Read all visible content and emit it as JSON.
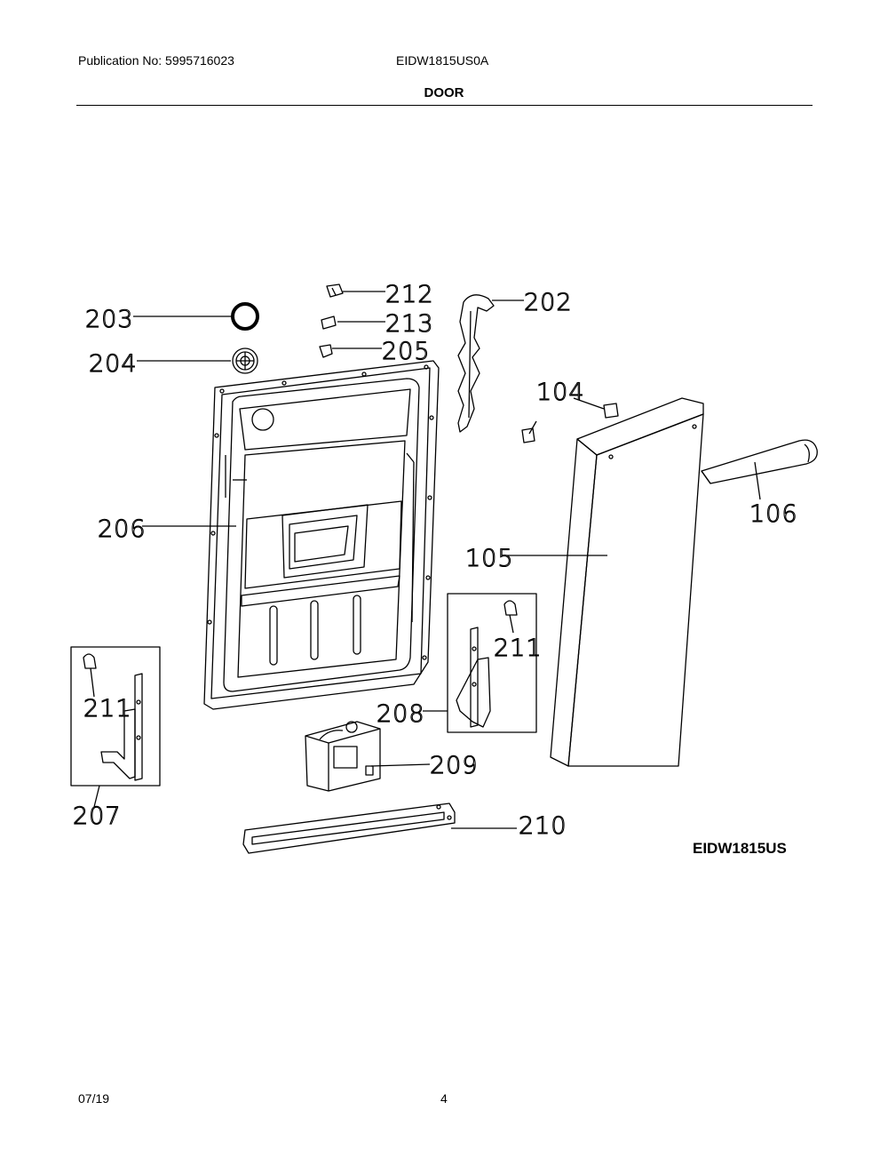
{
  "header": {
    "publication": "Publication No: 5995716023",
    "model": "EIDW1815US0A",
    "section_title": "DOOR"
  },
  "callouts": {
    "c212": "212",
    "c213": "213",
    "c205": "205",
    "c202": "202",
    "c203": "203",
    "c204": "204",
    "c104": "104",
    "c106": "106",
    "c206": "206",
    "c105": "105",
    "c211a": "211",
    "c211b": "211",
    "c208": "208",
    "c209": "209",
    "c207": "207",
    "c210": "210"
  },
  "model_badge": "EIDW1815US",
  "footer": {
    "date": "07/19",
    "page_number": "4"
  }
}
